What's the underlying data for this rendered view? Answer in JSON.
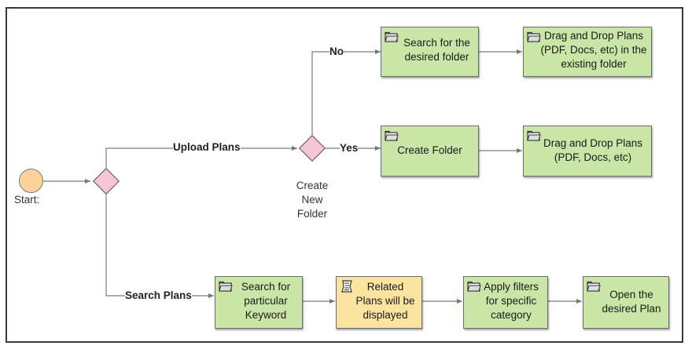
{
  "start": {
    "label": "Start:"
  },
  "branches": {
    "upload": "Upload Plans",
    "search": "Search Plans"
  },
  "decision": {
    "caption": [
      "Create",
      "New",
      "Folder"
    ],
    "no_label": "No",
    "yes_label": "Yes"
  },
  "nodes": {
    "search_folder": {
      "lines": [
        "Search for the",
        "desired folder"
      ],
      "icon": "folder-icon"
    },
    "drag_existing": {
      "lines": [
        "Drag and Drop Plans",
        "(PDF, Docs, etc) in the",
        "existing folder"
      ],
      "icon": "folder-icon"
    },
    "create_folder": {
      "lines": [
        "Create Folder"
      ],
      "icon": "folder-icon"
    },
    "drag_new": {
      "lines": [
        "Drag and Drop Plans",
        "(PDF, Docs, etc)"
      ],
      "icon": "folder-icon"
    },
    "search_keyword": {
      "lines": [
        "Search for",
        "particular",
        "Keyword"
      ],
      "icon": "folder-icon"
    },
    "related_plans": {
      "lines": [
        "Related",
        "Plans will be",
        "displayed"
      ],
      "icon": "scroll-icon"
    },
    "apply_filters": {
      "lines": [
        "Apply filters",
        "for specific",
        "category"
      ],
      "icon": "folder-icon"
    },
    "open_plan": {
      "lines": [
        "Open the",
        "desired Plan"
      ],
      "icon": "folder-icon"
    }
  },
  "colors": {
    "process_fill": "#c9e6a6",
    "display_fill": "#fbe3a0",
    "decision_fill": "#f6c6d4",
    "start_fill": "#fbd39a",
    "line": "#777777"
  }
}
